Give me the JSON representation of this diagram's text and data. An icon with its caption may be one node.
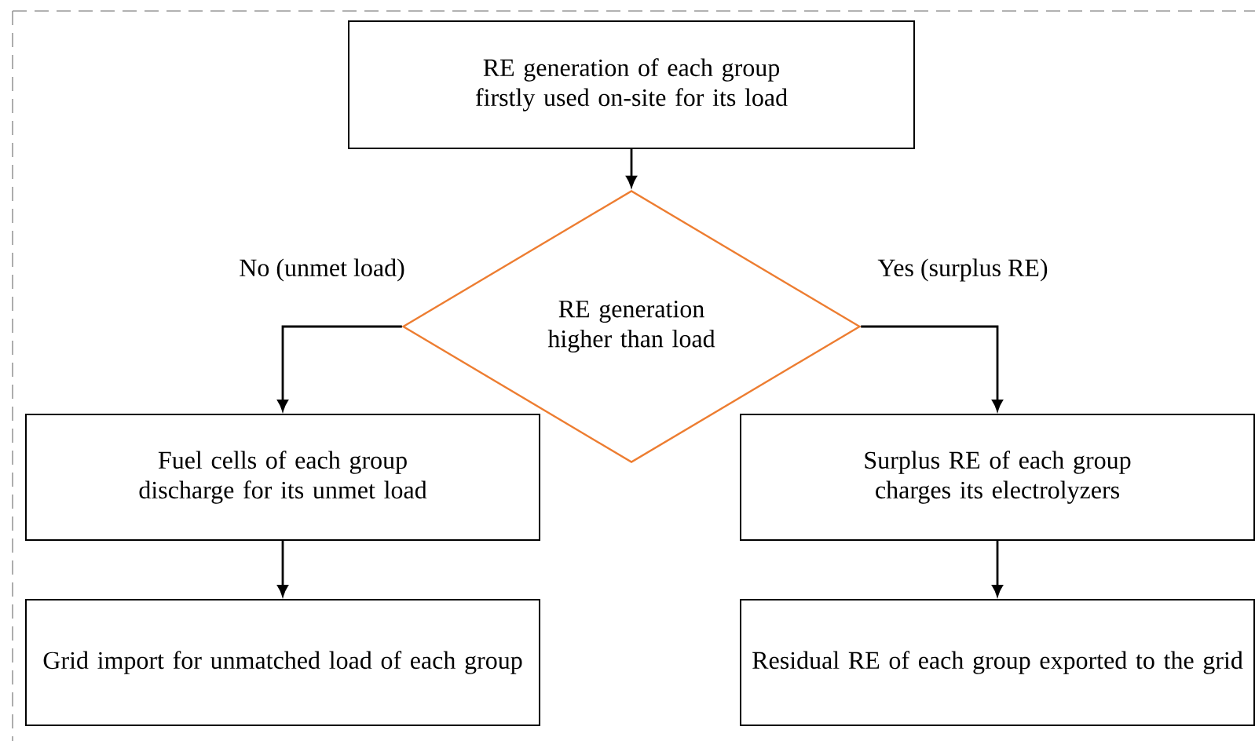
{
  "diagram": {
    "nodes": [
      {
        "text": [
          "RE generation of each group firstly used on-site for its load"
        ]
      },
      {
        "text": [
          "RE generation higher than load"
        ]
      },
      {
        "text": [
          "Fuel cells of each group discharge for its unmet load"
        ]
      },
      {
        "text": [
          "Grid import for unmatched load of each group"
        ]
      },
      {
        "text": [
          "Surplus RE of each group charges its electrolyzers"
        ]
      },
      {
        "text": [
          "Residual RE of each group exported to the grid"
        ]
      }
    ],
    "edges": [
      {
        "from": 0,
        "to": 1,
        "arrow": "to"
      },
      {
        "from": 1,
        "to": 2,
        "arrow": "to",
        "label": "No (unmet load)"
      },
      {
        "from": 1,
        "to": 4,
        "arrow": "to",
        "label": "Yes (surplus RE)"
      },
      {
        "from": 2,
        "to": 3,
        "arrow": "to"
      },
      {
        "from": 4,
        "to": 5,
        "arrow": "to"
      }
    ]
  }
}
